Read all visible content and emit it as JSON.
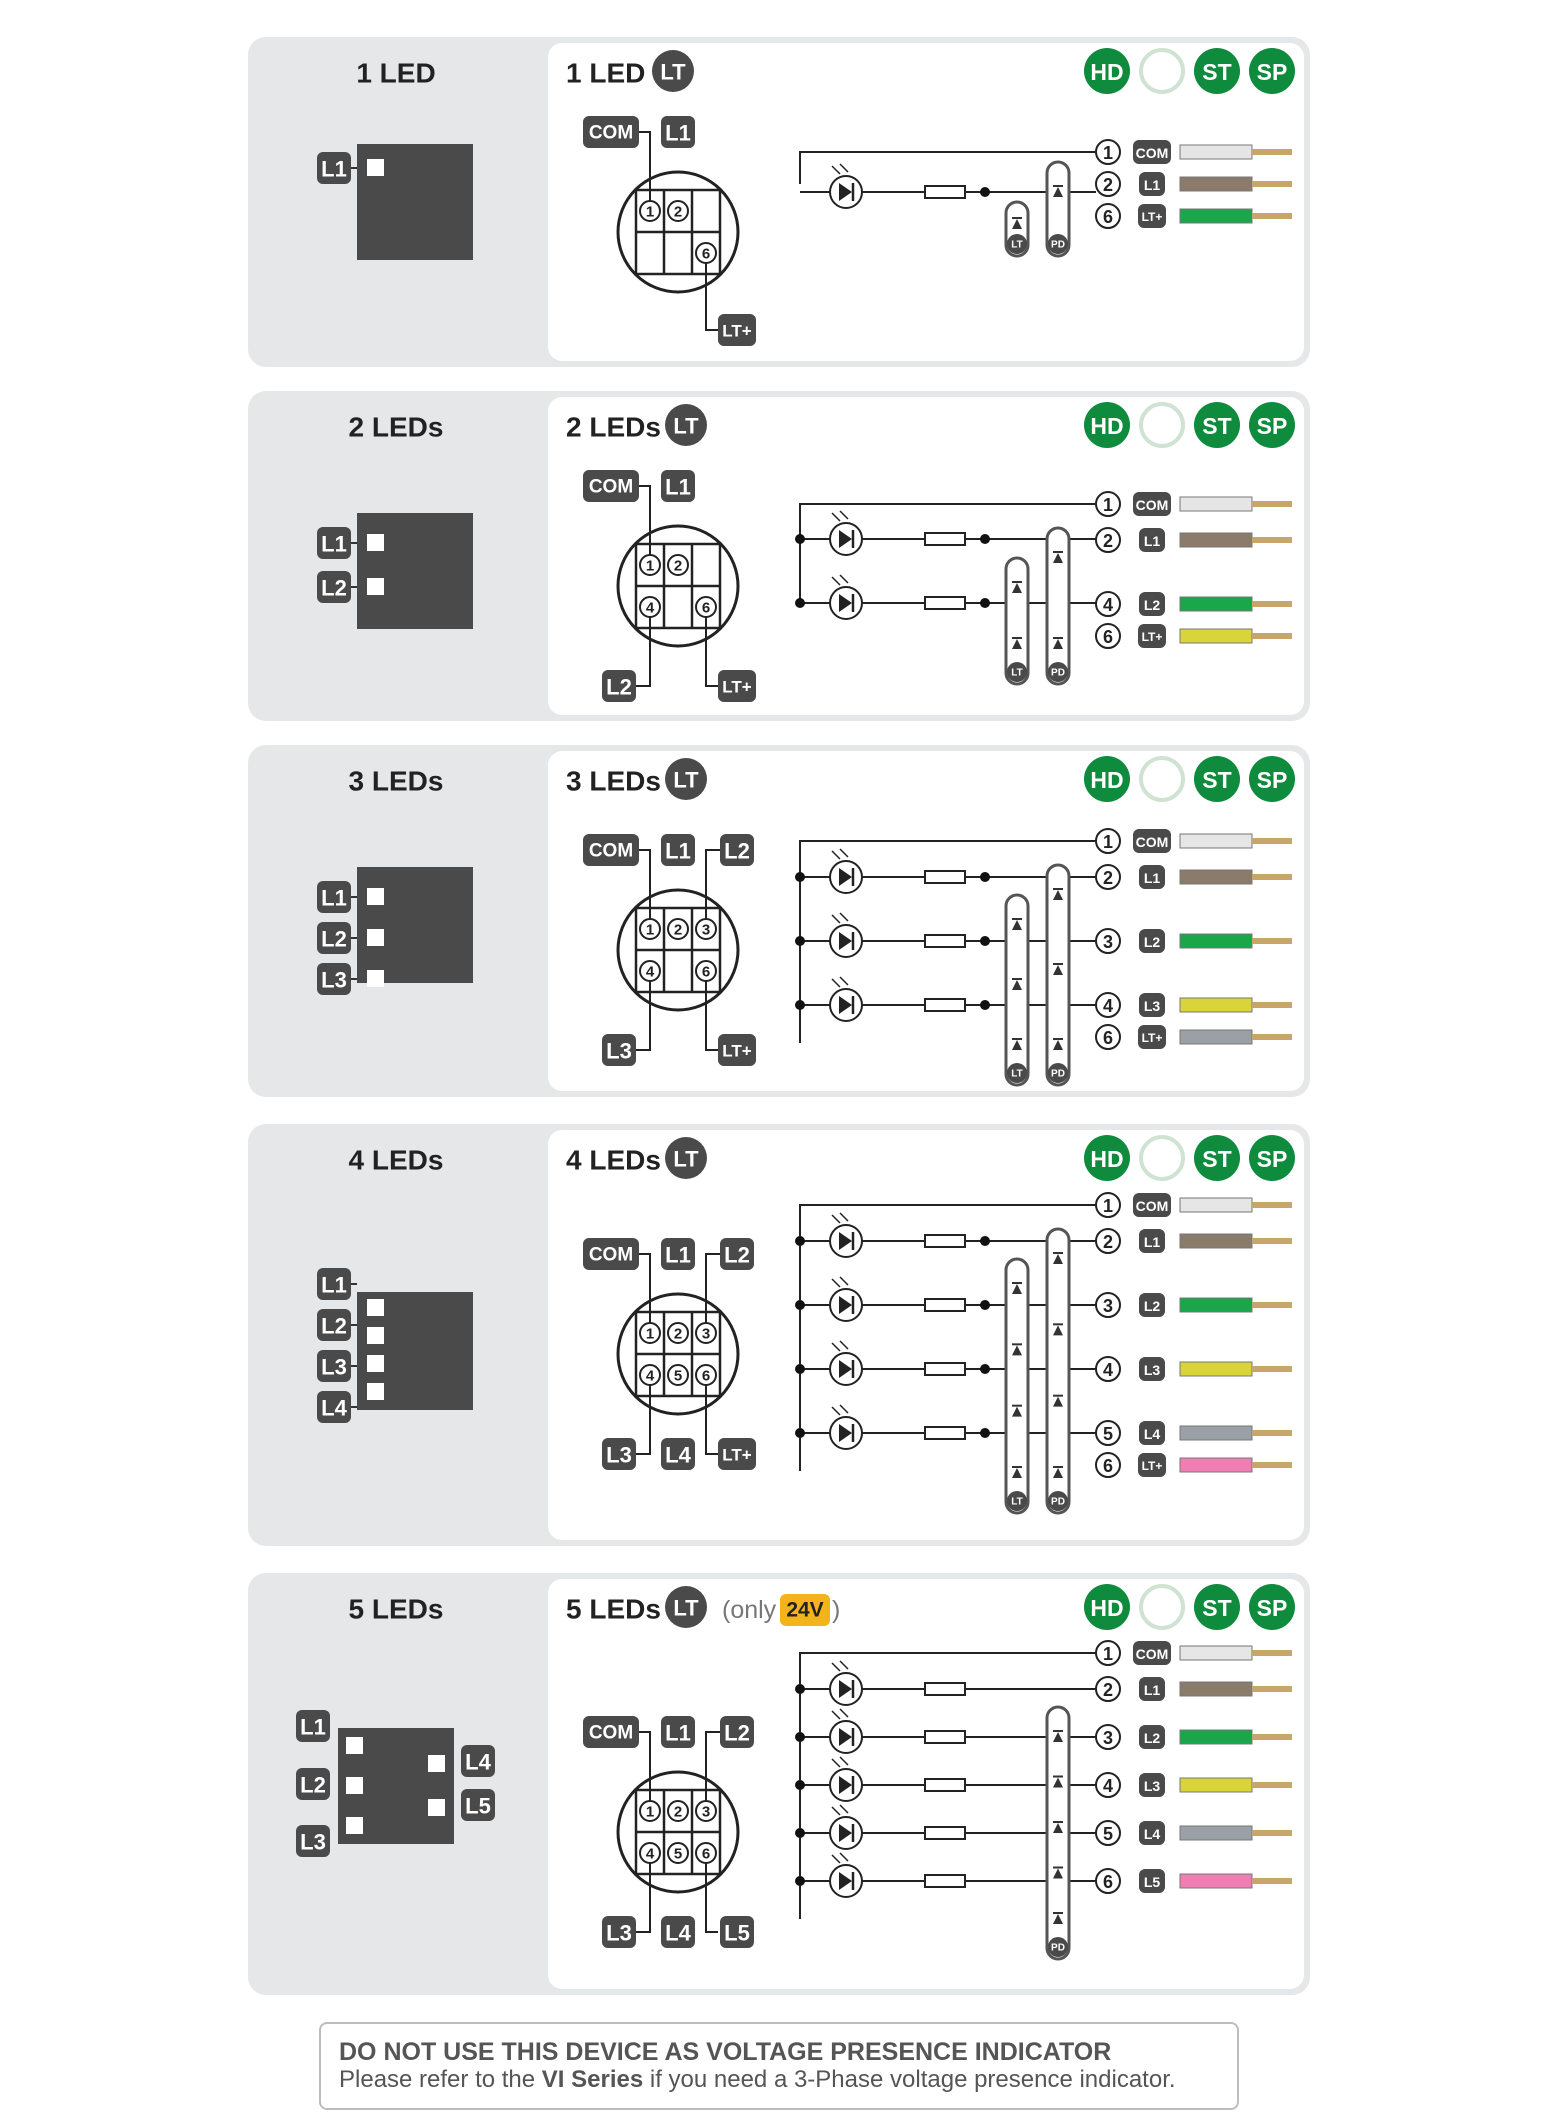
{
  "panels": [
    {
      "left_title": "1 LED",
      "right_title": "1 LED",
      "note_prefix": "",
      "note_voltage": "",
      "note_suffix": "",
      "device_labels": [
        "L1"
      ],
      "connector_pins": [
        "1",
        "2",
        "6"
      ],
      "connector_labels": [
        "COM",
        "L1",
        "LT+"
      ],
      "wires": [
        {
          "num": "1",
          "label": "COM",
          "color": "#e6e6e6"
        },
        {
          "num": "2",
          "label": "L1",
          "color": "#8b7b6b"
        },
        {
          "num": "6",
          "label": "LT+",
          "color": "#1aa64a"
        }
      ],
      "leds": 1,
      "bars": [
        "LT",
        "PD"
      ]
    },
    {
      "left_title": "2 LEDs",
      "right_title": "2 LEDs",
      "note_prefix": "",
      "note_voltage": "",
      "note_suffix": "",
      "device_labels": [
        "L1",
        "L2"
      ],
      "connector_pins": [
        "1",
        "2",
        "4",
        "6"
      ],
      "connector_labels": [
        "COM",
        "L1",
        "L2",
        "LT+"
      ],
      "wires": [
        {
          "num": "1",
          "label": "COM",
          "color": "#e6e6e6"
        },
        {
          "num": "2",
          "label": "L1",
          "color": "#8b7b6b"
        },
        {
          "num": "4",
          "label": "L2",
          "color": "#1aa64a"
        },
        {
          "num": "6",
          "label": "LT+",
          "color": "#d8d43a"
        }
      ],
      "leds": 2,
      "bars": [
        "LT",
        "PD"
      ]
    },
    {
      "left_title": "3 LEDs",
      "right_title": "3 LEDs",
      "note_prefix": "",
      "note_voltage": "",
      "note_suffix": "",
      "device_labels": [
        "L1",
        "L2",
        "L3"
      ],
      "connector_pins": [
        "1",
        "2",
        "3",
        "4",
        "6"
      ],
      "connector_labels": [
        "COM",
        "L1",
        "L2",
        "L3",
        "LT+"
      ],
      "wires": [
        {
          "num": "1",
          "label": "COM",
          "color": "#e6e6e6"
        },
        {
          "num": "2",
          "label": "L1",
          "color": "#8b7b6b"
        },
        {
          "num": "3",
          "label": "L2",
          "color": "#1aa64a"
        },
        {
          "num": "4",
          "label": "L3",
          "color": "#d8d43a"
        },
        {
          "num": "6",
          "label": "LT+",
          "color": "#9aa0a6"
        }
      ],
      "leds": 3,
      "bars": [
        "LT",
        "PD"
      ]
    },
    {
      "left_title": "4 LEDs",
      "right_title": "4 LEDs",
      "note_prefix": "",
      "note_voltage": "",
      "note_suffix": "",
      "device_labels": [
        "L1",
        "L2",
        "L3",
        "L4"
      ],
      "connector_pins": [
        "1",
        "2",
        "3",
        "4",
        "5",
        "6"
      ],
      "connector_labels": [
        "COM",
        "L1",
        "L2",
        "L3",
        "L4",
        "LT+"
      ],
      "wires": [
        {
          "num": "1",
          "label": "COM",
          "color": "#e6e6e6"
        },
        {
          "num": "2",
          "label": "L1",
          "color": "#8b7b6b"
        },
        {
          "num": "3",
          "label": "L2",
          "color": "#1aa64a"
        },
        {
          "num": "4",
          "label": "L3",
          "color": "#d8d43a"
        },
        {
          "num": "5",
          "label": "L4",
          "color": "#9aa0a6"
        },
        {
          "num": "6",
          "label": "LT+",
          "color": "#ef7fb2"
        }
      ],
      "leds": 4,
      "bars": [
        "LT",
        "PD"
      ]
    },
    {
      "left_title": "5 LEDs",
      "right_title": "5 LEDs",
      "note_prefix": "(only ",
      "note_voltage": "24V",
      "note_suffix": ")",
      "device_labels": [
        "L1",
        "L2",
        "L3",
        "L4",
        "L5"
      ],
      "connector_pins": [
        "1",
        "2",
        "3",
        "4",
        "5",
        "6"
      ],
      "connector_labels": [
        "COM",
        "L1",
        "L2",
        "L3",
        "L4",
        "L5"
      ],
      "wires": [
        {
          "num": "1",
          "label": "COM",
          "color": "#e6e6e6"
        },
        {
          "num": "2",
          "label": "L1",
          "color": "#8b7b6b"
        },
        {
          "num": "3",
          "label": "L2",
          "color": "#1aa64a"
        },
        {
          "num": "4",
          "label": "L3",
          "color": "#d8d43a"
        },
        {
          "num": "5",
          "label": "L4",
          "color": "#9aa0a6"
        },
        {
          "num": "6",
          "label": "L5",
          "color": "#ef7fb2"
        }
      ],
      "leds": 5,
      "bars": [
        "PD"
      ]
    }
  ],
  "lt_badge": "LT",
  "badges": [
    "HD",
    "",
    "ST",
    "SP"
  ],
  "colors": {
    "panel_bg": "#e6e7e8",
    "dark": "#4a4a4a",
    "green": "#0f8b3e",
    "green_light": "#cfe3d2",
    "wire_tip": "#c8a56a",
    "voltage": "#f2b31b"
  },
  "footer": {
    "line1": "DO NOT USE THIS DEVICE AS VOLTAGE PRESENCE INDICATOR",
    "line2_prefix": "Please refer to the ",
    "line2_bold": "VI Series",
    "line2_suffix": " if you need a 3-Phase voltage presence indicator."
  }
}
